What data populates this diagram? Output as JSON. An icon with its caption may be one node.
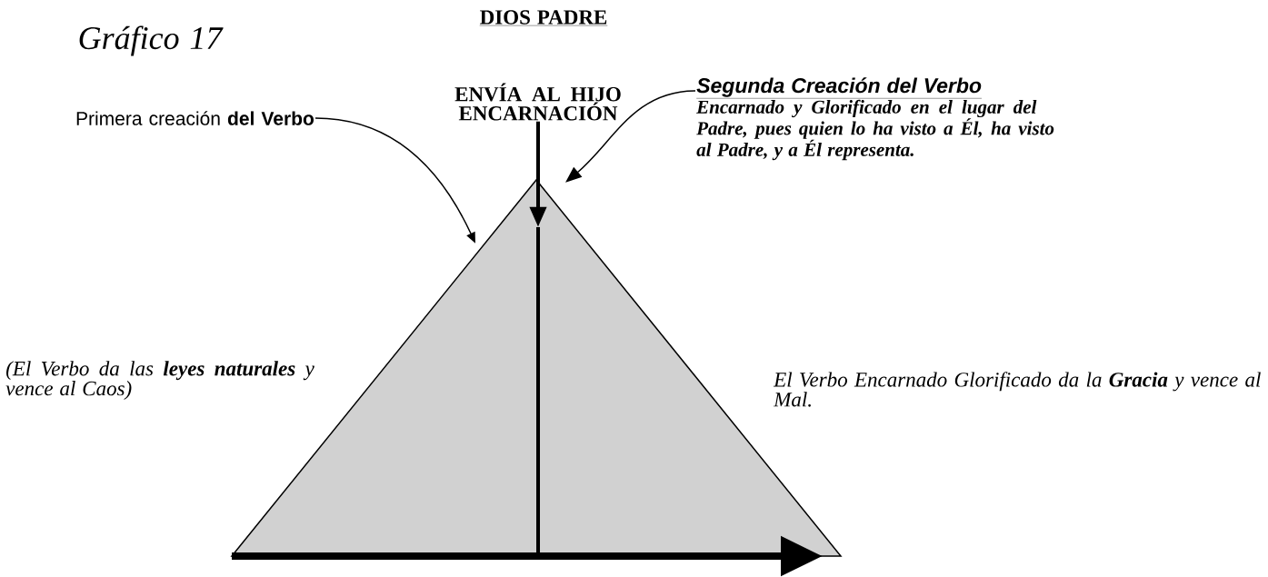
{
  "diagram": {
    "title": "DIOS PADRE",
    "nodes": [
      {
        "text": [
          "ENVÍA AL HIJO ENCARNACIÓN"
        ]
      },
      {
        "text": [
          "Primera creación **del Verbo**"
        ]
      },
      {
        "text": [
          "Segunda Creación del Verbo",
          "Encarnado y Glorificado en el lugar del Padre, pues quien lo ha visto a Él, ha visto al Padre, y a Él representa."
        ]
      },
      {
        "text": [],
        "shape": "triangle"
      }
    ],
    "edges": [
      {
        "from": 0,
        "to": 3,
        "arrow": "to",
        "style": "thick"
      },
      {
        "from": 1,
        "to": 3,
        "arrow": "to"
      },
      {
        "from": 2,
        "to": 3,
        "arrow": "to"
      }
    ],
    "labels": [
      "Gráfico 17",
      "(El Verbo da las **leyes naturales** y vence al Caos)",
      "El Verbo Encarnado Glorificado da la **Gracia** y vence al Mal."
    ]
  }
}
